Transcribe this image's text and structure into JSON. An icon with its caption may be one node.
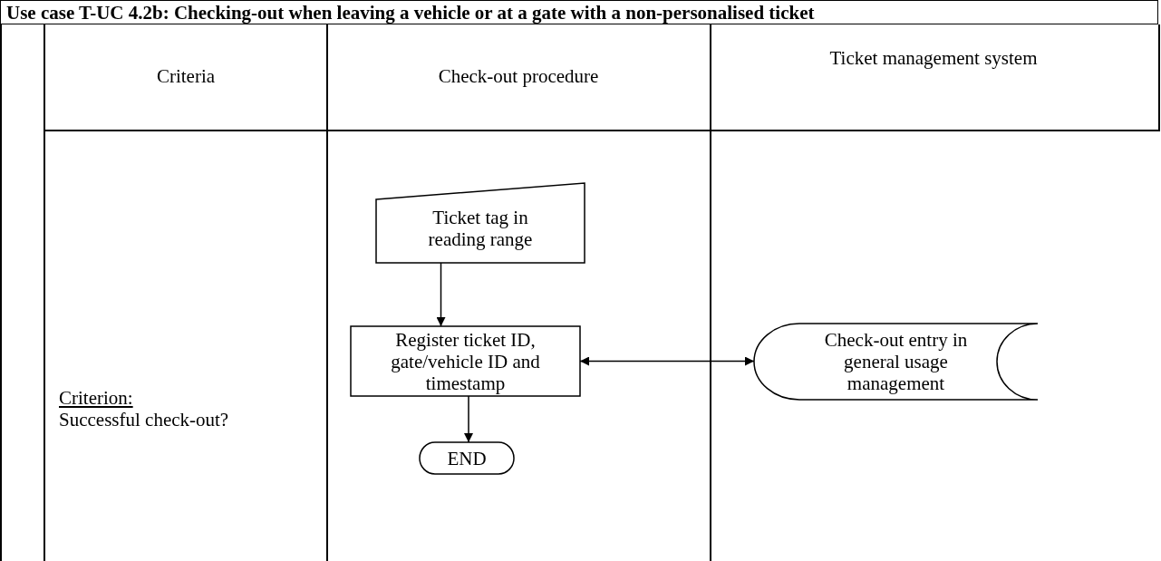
{
  "diagram": {
    "title": "Use case T-UC 4.2b: Checking-out when leaving a vehicle or at a gate with a non-personalised ticket",
    "nodes": [
      {
        "text": [
          "Ticket tag in reading range"
        ]
      },
      {
        "text": [
          "Register ticket ID, gate/vehicle ID and timestamp"
        ]
      },
      {
        "text": [
          "END"
        ]
      },
      {
        "text": [
          "Check-out entry in general usage management"
        ]
      }
    ],
    "edges": [
      {
        "from": 0,
        "to": 1,
        "arrow": "to"
      },
      {
        "from": 1,
        "to": 2,
        "arrow": "to"
      },
      {
        "from": 1,
        "to": 3,
        "arrow": "both"
      }
    ],
    "labels": [
      "Criteria",
      "Check-out procedure",
      "Ticket management system",
      "Criterion:",
      "Successful check-out?"
    ]
  }
}
